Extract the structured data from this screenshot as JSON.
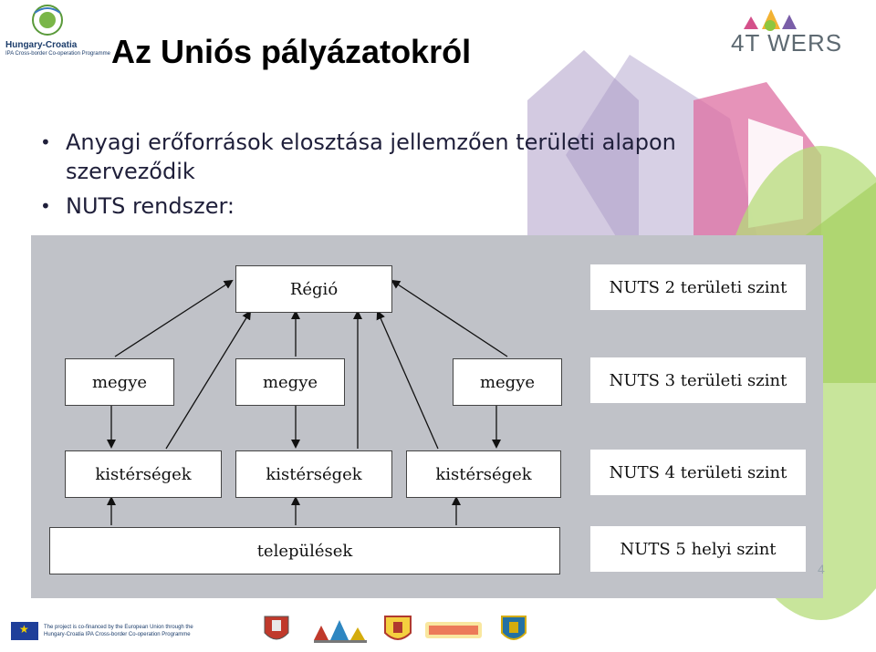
{
  "header": {
    "programme_logo_line1": "Hungary-Croatia",
    "programme_logo_line2": "IPA Cross-border Co-operation Programme",
    "title": "Az Uniós pályázatokról",
    "towers_logo": "4T  WERS"
  },
  "bullets": [
    {
      "line1": "Anyagi erőforrások elosztása jellemzően területi alapon",
      "line2": "szerveződik"
    },
    {
      "line1": "NUTS rendszer:",
      "line2": ""
    }
  ],
  "bullet_glyph": "•",
  "diagram": {
    "region": "Régió",
    "counties": [
      "megye",
      "megye",
      "megye"
    ],
    "subregions": [
      "kistérségek",
      "kistérségek",
      "kistérségek"
    ],
    "settlements": "települések",
    "levels": [
      "NUTS 2 területi szint",
      "NUTS 3 területi szint",
      "NUTS 4 területi szint",
      "NUTS 5 helyi szint"
    ]
  },
  "page_number": "4",
  "footer": {
    "eu_text": "The project is co-financed by the European Union through the Hungary-Croatia IPA Cross-border Co-operation Programme"
  },
  "colors": {
    "diagram_bg": "#c0c2c8",
    "title": "#000000",
    "bullet_text": "#1f1f3a",
    "house_green": "#8dc63f",
    "house_pink": "#d4508a",
    "house_purple": "#7a5ea8"
  }
}
